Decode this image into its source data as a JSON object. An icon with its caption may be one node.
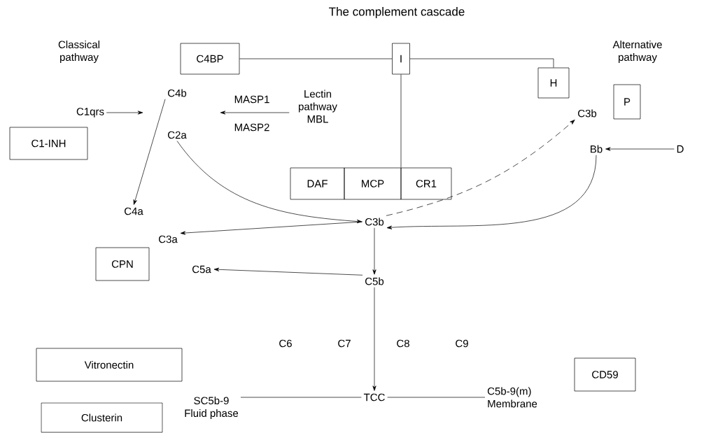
{
  "diagram": {
    "title": "The complement cascade",
    "nodes": [
      {
        "text": [
          "C4BP"
        ]
      },
      {
        "text": [
          "I"
        ]
      },
      {
        "text": [
          "H"
        ]
      },
      {
        "text": [
          "C4b"
        ]
      },
      {
        "text": [
          "Lectin pathway MBL"
        ]
      },
      {
        "text": [
          "P"
        ]
      },
      {
        "text": [
          "C1qrs"
        ]
      },
      {
        "text": [
          "C3b"
        ]
      },
      {
        "text": [
          "C1-INH"
        ]
      },
      {
        "text": [
          "C2a"
        ]
      },
      {
        "text": [
          "Bb"
        ]
      },
      {
        "text": [
          "D"
        ]
      },
      {
        "text": [
          "DAF"
        ]
      },
      {
        "text": [
          "MCP"
        ]
      },
      {
        "text": [
          "CR1"
        ]
      },
      {
        "text": [
          "C4a"
        ]
      },
      {
        "text": [
          "C3b"
        ]
      },
      {
        "text": [
          "C3a"
        ]
      },
      {
        "text": [
          "CPN"
        ]
      },
      {
        "text": [
          "C5a"
        ]
      },
      {
        "text": [
          "C5b"
        ]
      },
      {
        "text": [
          "Vitronectin"
        ]
      },
      {
        "text": [
          "CD59"
        ]
      },
      {
        "text": [
          "SC5b-9",
          "Fluid phase"
        ]
      },
      {
        "text": [
          "TCC"
        ]
      },
      {
        "text": [
          "C5b-9(m)",
          "Membrane"
        ]
      },
      {
        "text": [
          "Clusterin"
        ]
      }
    ],
    "edges": [
      {
        "from": 0,
        "to": 1,
        "arrow": "none"
      },
      {
        "from": 1,
        "to": 2,
        "arrow": "none"
      },
      {
        "from": 1,
        "to": 14,
        "arrow": "none"
      },
      {
        "from": 6,
        "to": null,
        "arrow": "to"
      },
      {
        "from": 4,
        "to": null,
        "arrow": "to"
      },
      {
        "from": 3,
        "to": 15,
        "arrow": "to"
      },
      {
        "from": 9,
        "to": 16,
        "arrow": "to"
      },
      {
        "from": 16,
        "to": 17,
        "arrow": "to"
      },
      {
        "from": 16,
        "to": 20,
        "arrow": "to"
      },
      {
        "from": 20,
        "to": 19,
        "arrow": "to"
      },
      {
        "from": 20,
        "to": 24,
        "arrow": "to"
      },
      {
        "from": 16,
        "to": 7,
        "arrow": "to",
        "style": "dashed"
      },
      {
        "from": 10,
        "to": 16,
        "arrow": "to"
      },
      {
        "from": 11,
        "to": 10,
        "arrow": "to"
      },
      {
        "from": 24,
        "to": 23,
        "arrow": "none"
      },
      {
        "from": 24,
        "to": 25,
        "arrow": "none"
      }
    ],
    "labels": [
      "Classical pathway",
      "Alternative pathway",
      "MASP1",
      "MASP2",
      "C6",
      "C7",
      "C8",
      "C9"
    ]
  }
}
